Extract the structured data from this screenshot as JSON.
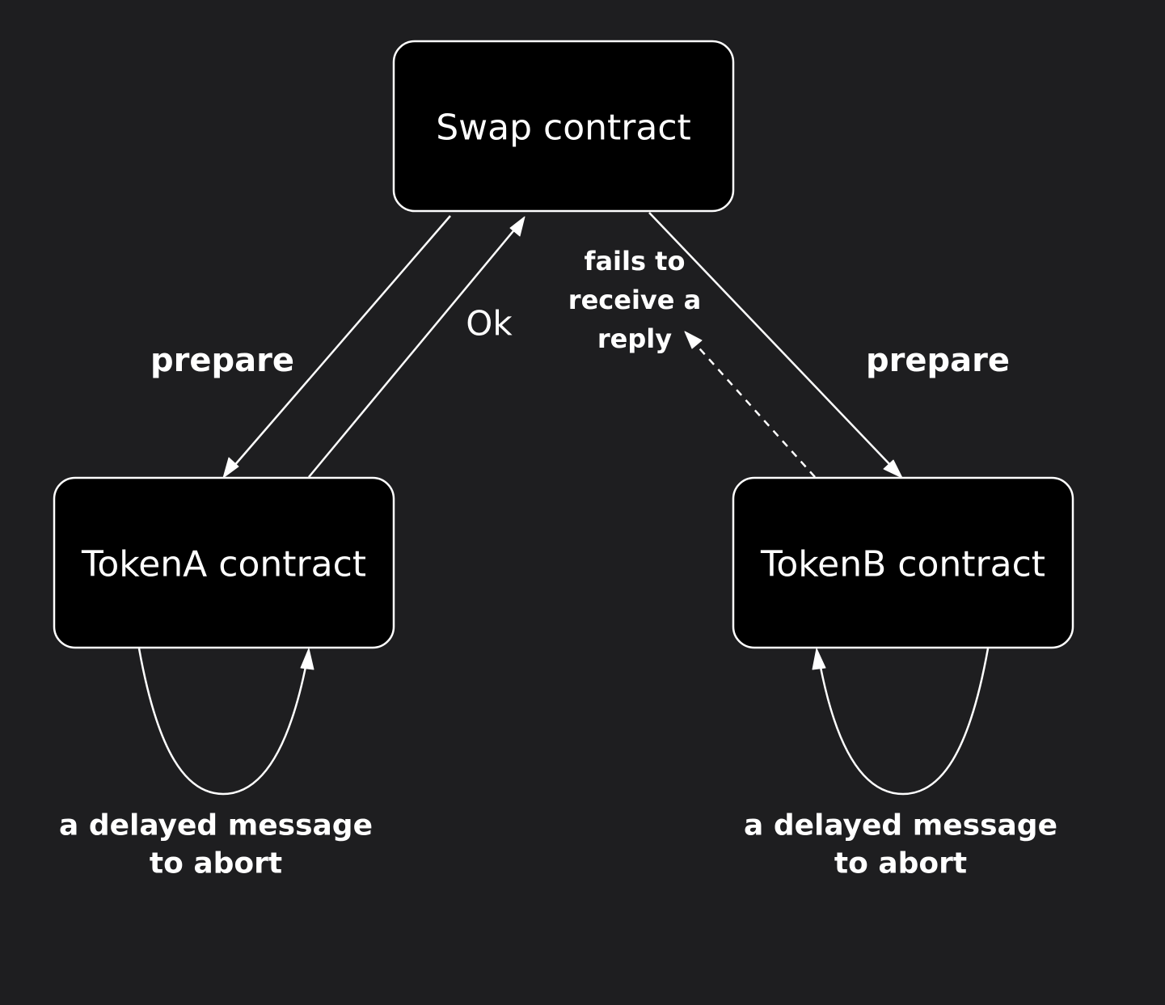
{
  "nodes": {
    "swap": "Swap contract",
    "token_a": "TokenA contract",
    "token_b": "TokenB contract"
  },
  "edges": {
    "swap_to_token_a": "prepare",
    "token_a_to_swap": "Ok",
    "swap_to_token_b": "prepare",
    "token_b_to_swap_failure": [
      "fails to",
      "receive a",
      "reply"
    ],
    "token_a_self_loop": [
      "a delayed message",
      "to abort"
    ],
    "token_b_self_loop": [
      "a delayed message",
      "to abort"
    ]
  },
  "colors": {
    "background": "#1e1e20",
    "node_fill": "#000000",
    "stroke": "#ffffff",
    "text": "#ffffff"
  }
}
